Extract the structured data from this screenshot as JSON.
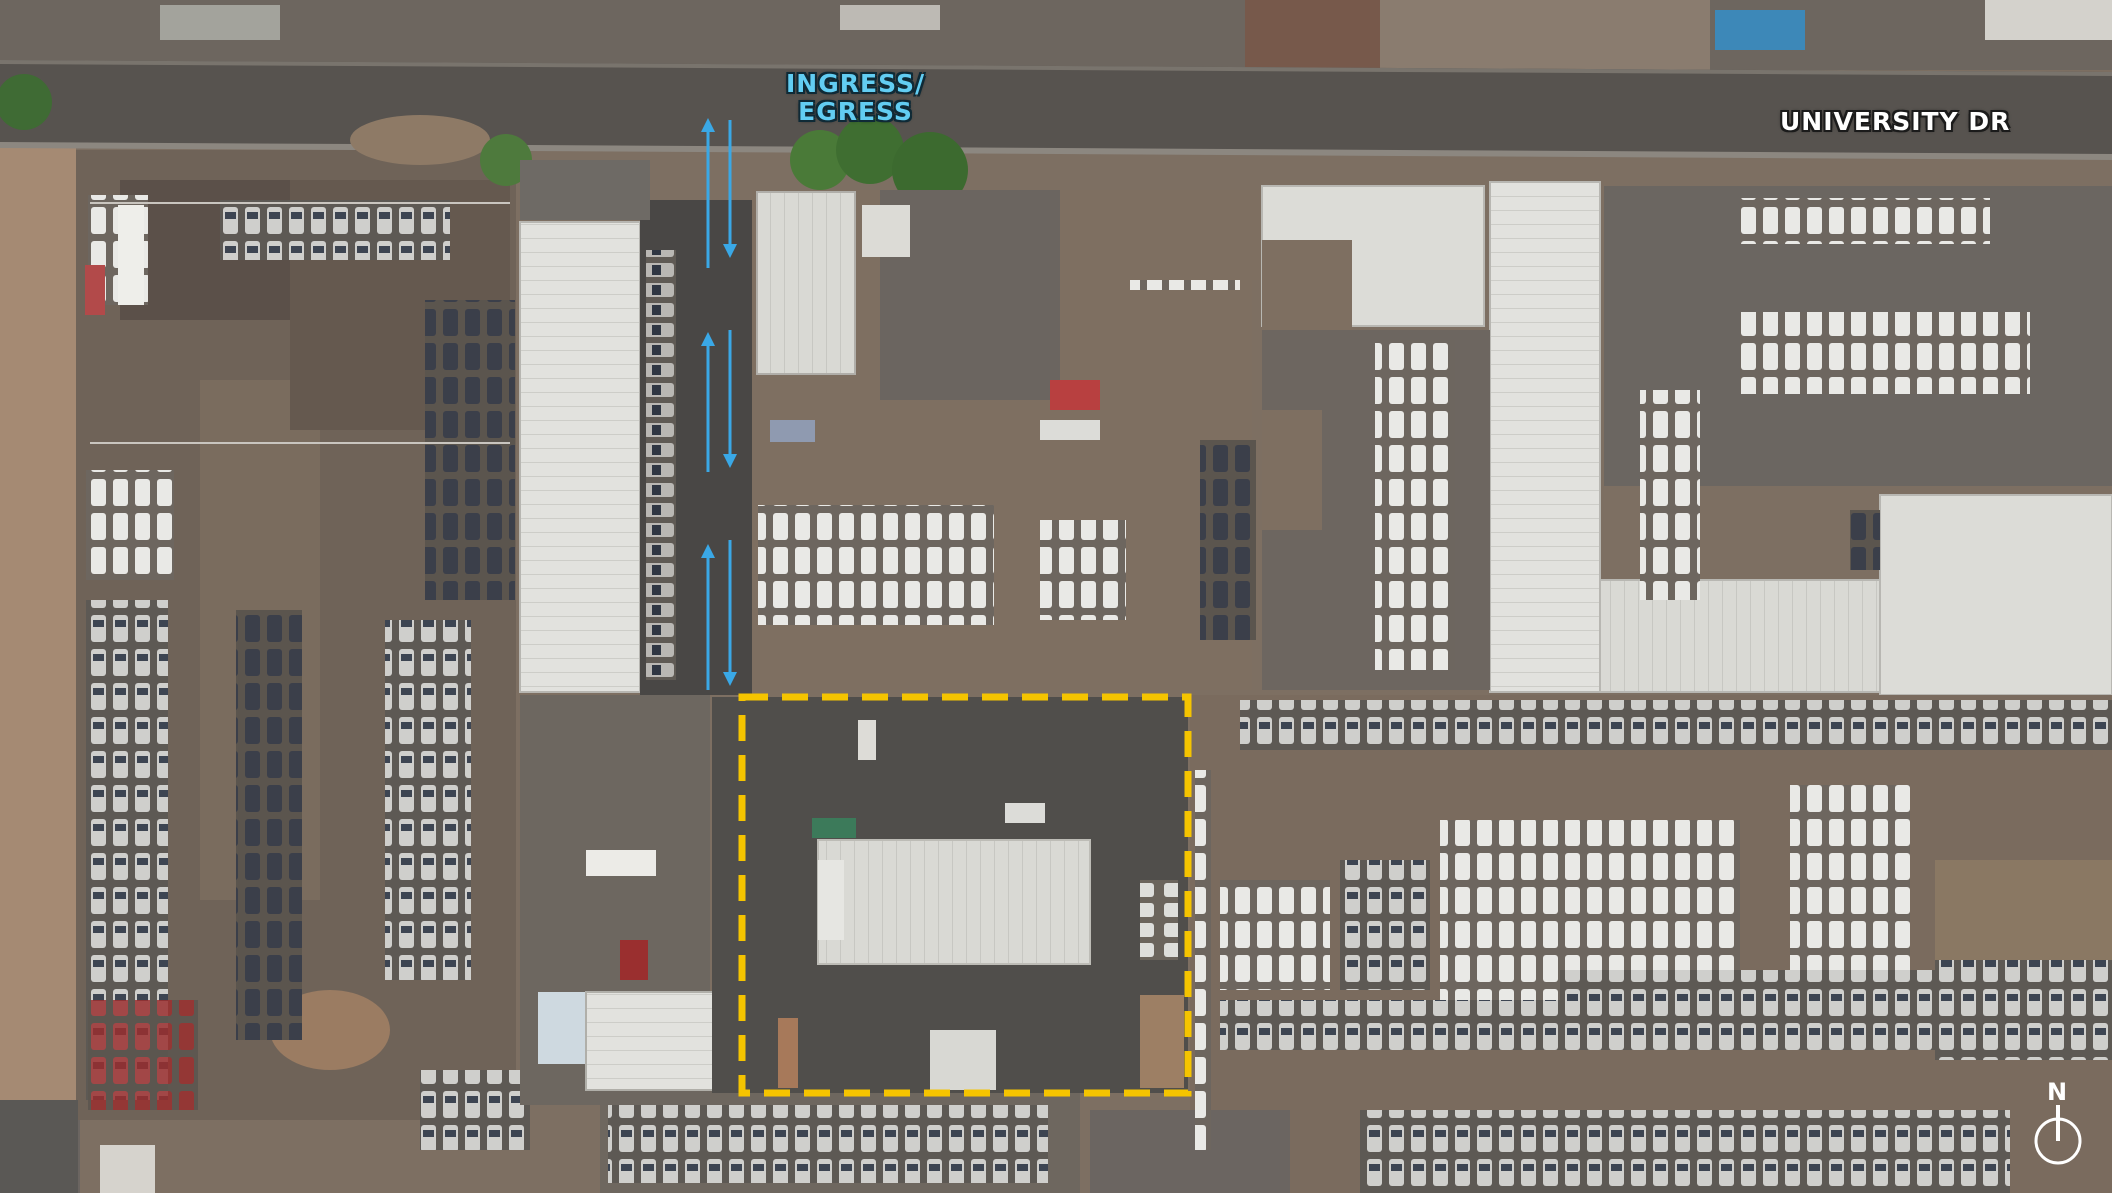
{
  "labels": {
    "street": "UNIVERSITY DR",
    "ingress_line1": "INGRESS/",
    "ingress_line2": "EGRESS"
  },
  "compass": {
    "letter": "N"
  },
  "colors": {
    "boundary": "#f5c400",
    "arrows": "#3aa8e6",
    "ingress_text": "#62cdf2",
    "street_text": "#ffffff",
    "asphalt": "#55534f",
    "dirt": "#8b7a68",
    "roof": "#dcdcd6"
  }
}
